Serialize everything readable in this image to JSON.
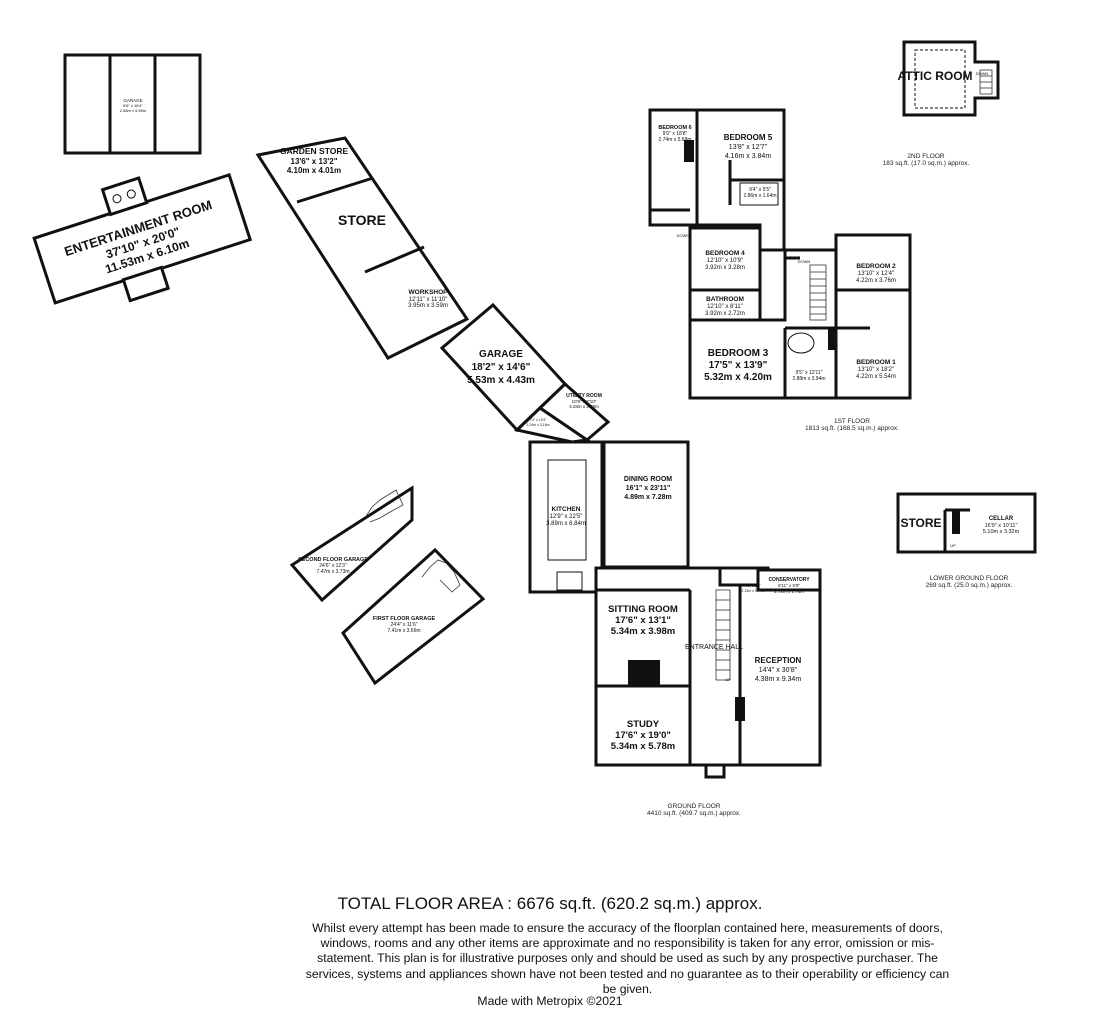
{
  "rooms": {
    "garage_small": {
      "name": "GARAGE",
      "imperial": "8'6\" x 18'4\"",
      "metric": "2.58m x 5.59m"
    },
    "entertainment": {
      "name": "ENTERTAINMENT ROOM",
      "imperial": "37'10\" x 20'0\"",
      "metric": "11.53m x 6.10m"
    },
    "garden_store": {
      "name": "GARDEN STORE",
      "imperial": "13'6\" x 13'2\"",
      "metric": "4.10m x 4.01m"
    },
    "store": {
      "name": "STORE"
    },
    "workshop": {
      "name": "WORKSHOP",
      "imperial": "12'11\" x 11'10\"",
      "metric": "3.95m x 3.59m"
    },
    "garage_main": {
      "name": "GARAGE",
      "imperial": "18'2\" x 14'6\"",
      "metric": "5.53m x 4.43m"
    },
    "utility": {
      "name": "UTILITY ROOM",
      "imperial": "10'9\" x 7'10\"",
      "metric": "3.28m x 2.38m"
    },
    "lobby": {
      "imperial": "7'4\" x 10'4\"",
      "metric": "2.24m x 3.16m"
    },
    "kitchen": {
      "name": "KITCHEN",
      "imperial": "12'9\" x 22'5\"",
      "metric": "3.89m x 6.84m"
    },
    "dining": {
      "name": "DINING ROOM",
      "imperial": "16'1\" x 23'11\"",
      "metric": "4.89m x 7.28m"
    },
    "sitting": {
      "name": "SITTING ROOM",
      "imperial": "17'6\" x 13'1\"",
      "metric": "5.34m x 3.98m"
    },
    "study": {
      "name": "STUDY",
      "imperial": "17'6\" x 19'0\"",
      "metric": "5.34m x 5.78m"
    },
    "entrance_hall": {
      "name": "ENTRANCE HALL"
    },
    "reception": {
      "name": "RECEPTION",
      "imperial": "14'4\" x 30'8\"",
      "metric": "4.38m x 9.34m"
    },
    "conservatory": {
      "name": "CONSERVATORY",
      "imperial": "8'11\" x 5'9\"",
      "metric": "2.72m x 1.74m"
    },
    "wc_small": {
      "imperial": "7'0\" x 5'9\"",
      "metric": "2.13m x 1.74m"
    },
    "second_floor_garage": {
      "name": "SECOND FLOOR GARAGE",
      "imperial": "24'6\" x 12'3\"",
      "metric": "7.47m x 3.73m"
    },
    "first_floor_garage": {
      "name": "FIRST FLOOR GARAGE",
      "imperial": "24'4\" x 11'6\"",
      "metric": "7.41m x 3.66m"
    },
    "bedroom6": {
      "name": "BEDROOM 6",
      "imperial": "9'0\" x 18'8\"",
      "metric": "2.74m x 5.68m"
    },
    "bedroom5": {
      "name": "BEDROOM 5",
      "imperial": "13'8\" x 12'7\"",
      "metric": "4.16m x 3.84m"
    },
    "ensuite5": {
      "imperial": "9'4\" x 5'5\"",
      "metric": "2.86m x 1.64m"
    },
    "bedroom4": {
      "name": "BEDROOM 4",
      "imperial": "12'10\" x 10'9\"",
      "metric": "3.92m x 3.28m"
    },
    "bathroom": {
      "name": "BATHROOM",
      "imperial": "12'10\" x 8'11\"",
      "metric": "3.92m x 2.72m"
    },
    "bedroom3": {
      "name": "BEDROOM 3",
      "imperial": "17'5\" x 13'9\"",
      "metric": "5.32m x 4.20m"
    },
    "bedroom2": {
      "name": "BEDROOM 2",
      "imperial": "13'10\" x 12'4\"",
      "metric": "4.22m x 3.76m"
    },
    "bedroom1": {
      "name": "BEDROOM 1",
      "imperial": "13'10\" x 18'2\"",
      "metric": "4.22m x 5.54m"
    },
    "ensuite1": {
      "imperial": "9'5\" x 12'11\"",
      "metric": "2.88m x 3.94m"
    },
    "attic": {
      "name": "ATTIC ROOM"
    },
    "store_lg": {
      "name": "STORE"
    },
    "cellar": {
      "name": "CELLAR",
      "imperial": "16'9\" x 10'11\"",
      "metric": "5.10m x 3.32m"
    }
  },
  "markers": {
    "up": "UP",
    "down": "DOWN"
  },
  "floors": {
    "second": {
      "name": "2ND FLOOR",
      "area": "183 sq.ft. (17.0 sq.m.) approx."
    },
    "first": {
      "name": "1ST FLOOR",
      "area": "1813 sq.ft. (168.5 sq.m.) approx."
    },
    "ground": {
      "name": "GROUND FLOOR",
      "area": "4410 sq.ft. (409.7 sq.m.) approx."
    },
    "lower_ground": {
      "name": "LOWER GROUND FLOOR",
      "area": "269 sq.ft. (25.0 sq.m.) approx."
    }
  },
  "footer": {
    "total": "TOTAL FLOOR AREA : 6676 sq.ft. (620.2 sq.m.) approx.",
    "disclaimer": "Whilst every attempt has been made to ensure the accuracy of the floorplan contained here, measurements of doors, windows, rooms and any other items are approximate and no responsibility is taken for any error, omission or mis-statement. This plan is for illustrative purposes only and should be used as such by any prospective purchaser. The services, systems and appliances shown have not been tested and no guarantee as to their operability or efficiency can be given.",
    "made_with": "Made with Metropix ©2021"
  }
}
